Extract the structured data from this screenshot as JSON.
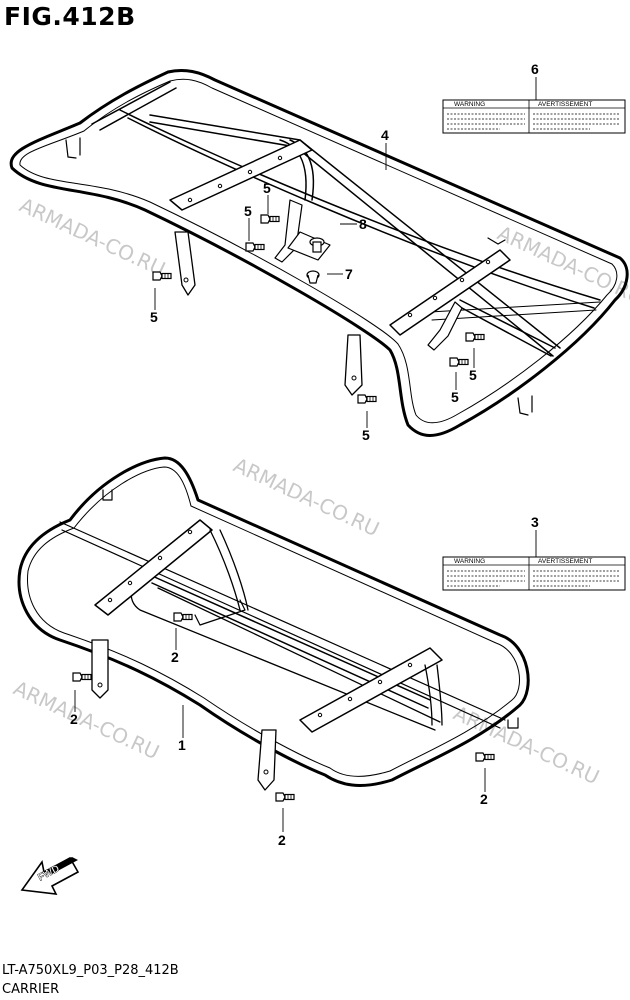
{
  "figure": {
    "title": "FIG.412B",
    "code": "LT-A750XL9_P03_P28_412B",
    "name": "CARRIER"
  },
  "callouts": [
    "6",
    "4",
    "5",
    "5",
    "5",
    "8",
    "7",
    "5",
    "5",
    "5",
    "3",
    "2",
    "2",
    "1",
    "2",
    "2"
  ],
  "label_texts": {
    "warning": "WARNING",
    "avertissement": "AVERTISSEMENT"
  },
  "watermark": "ARMADA-CO.RU",
  "fwd_label": "FWD"
}
